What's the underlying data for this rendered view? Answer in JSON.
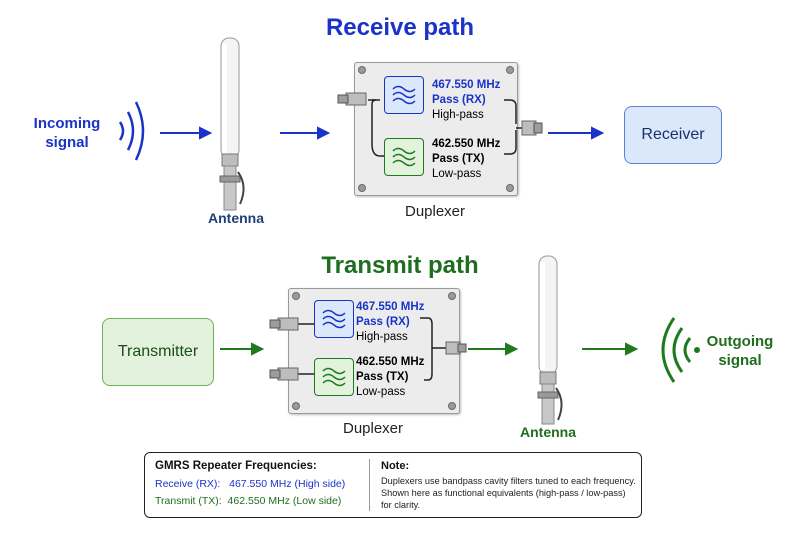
{
  "receive": {
    "title": "Receive path",
    "incoming_signal": "Incoming signal",
    "antenna_label": "Antenna",
    "duplexer_label": "Duplexer",
    "filter_top": {
      "freq": "467.550 MHz",
      "pass": "Pass (RX)",
      "type": "High-pass"
    },
    "filter_bottom": {
      "freq": "462.550 MHz",
      "pass": "Pass (TX)",
      "type": "Low-pass"
    },
    "receiver": "Receiver"
  },
  "transmit": {
    "title": "Transmit path",
    "transmitter": "Transmitter",
    "duplexer_label": "Duplexer",
    "filter_top": {
      "freq": "467.550 MHz",
      "pass": "Pass (RX)",
      "type": "High-pass"
    },
    "filter_bottom": {
      "freq": "462.550 MHz",
      "pass": "Pass (TX)",
      "type": "Low-pass"
    },
    "antenna_label": "Antenna",
    "outgoing_signal": "Outgoing signal"
  },
  "legend": {
    "heading": "GMRS Repeater Frequencies:",
    "rx_label": "Receive (RX):",
    "rx_value": "467.550 MHz (High side)",
    "tx_label": "Transmit (TX):",
    "tx_value": "462.550 MHz (Low side)",
    "note_heading": "Note:",
    "note_lines": [
      "Duplexers use bandpass cavity filters tuned to each frequency.",
      "Shown here as functional equivalents (high-pass / low-pass)",
      "for clarity."
    ]
  },
  "colors": {
    "blue": "#1a33c8",
    "green": "#1f7a1f",
    "rx_box": "#dbe8fb",
    "tx_box": "#e3f2dc"
  }
}
